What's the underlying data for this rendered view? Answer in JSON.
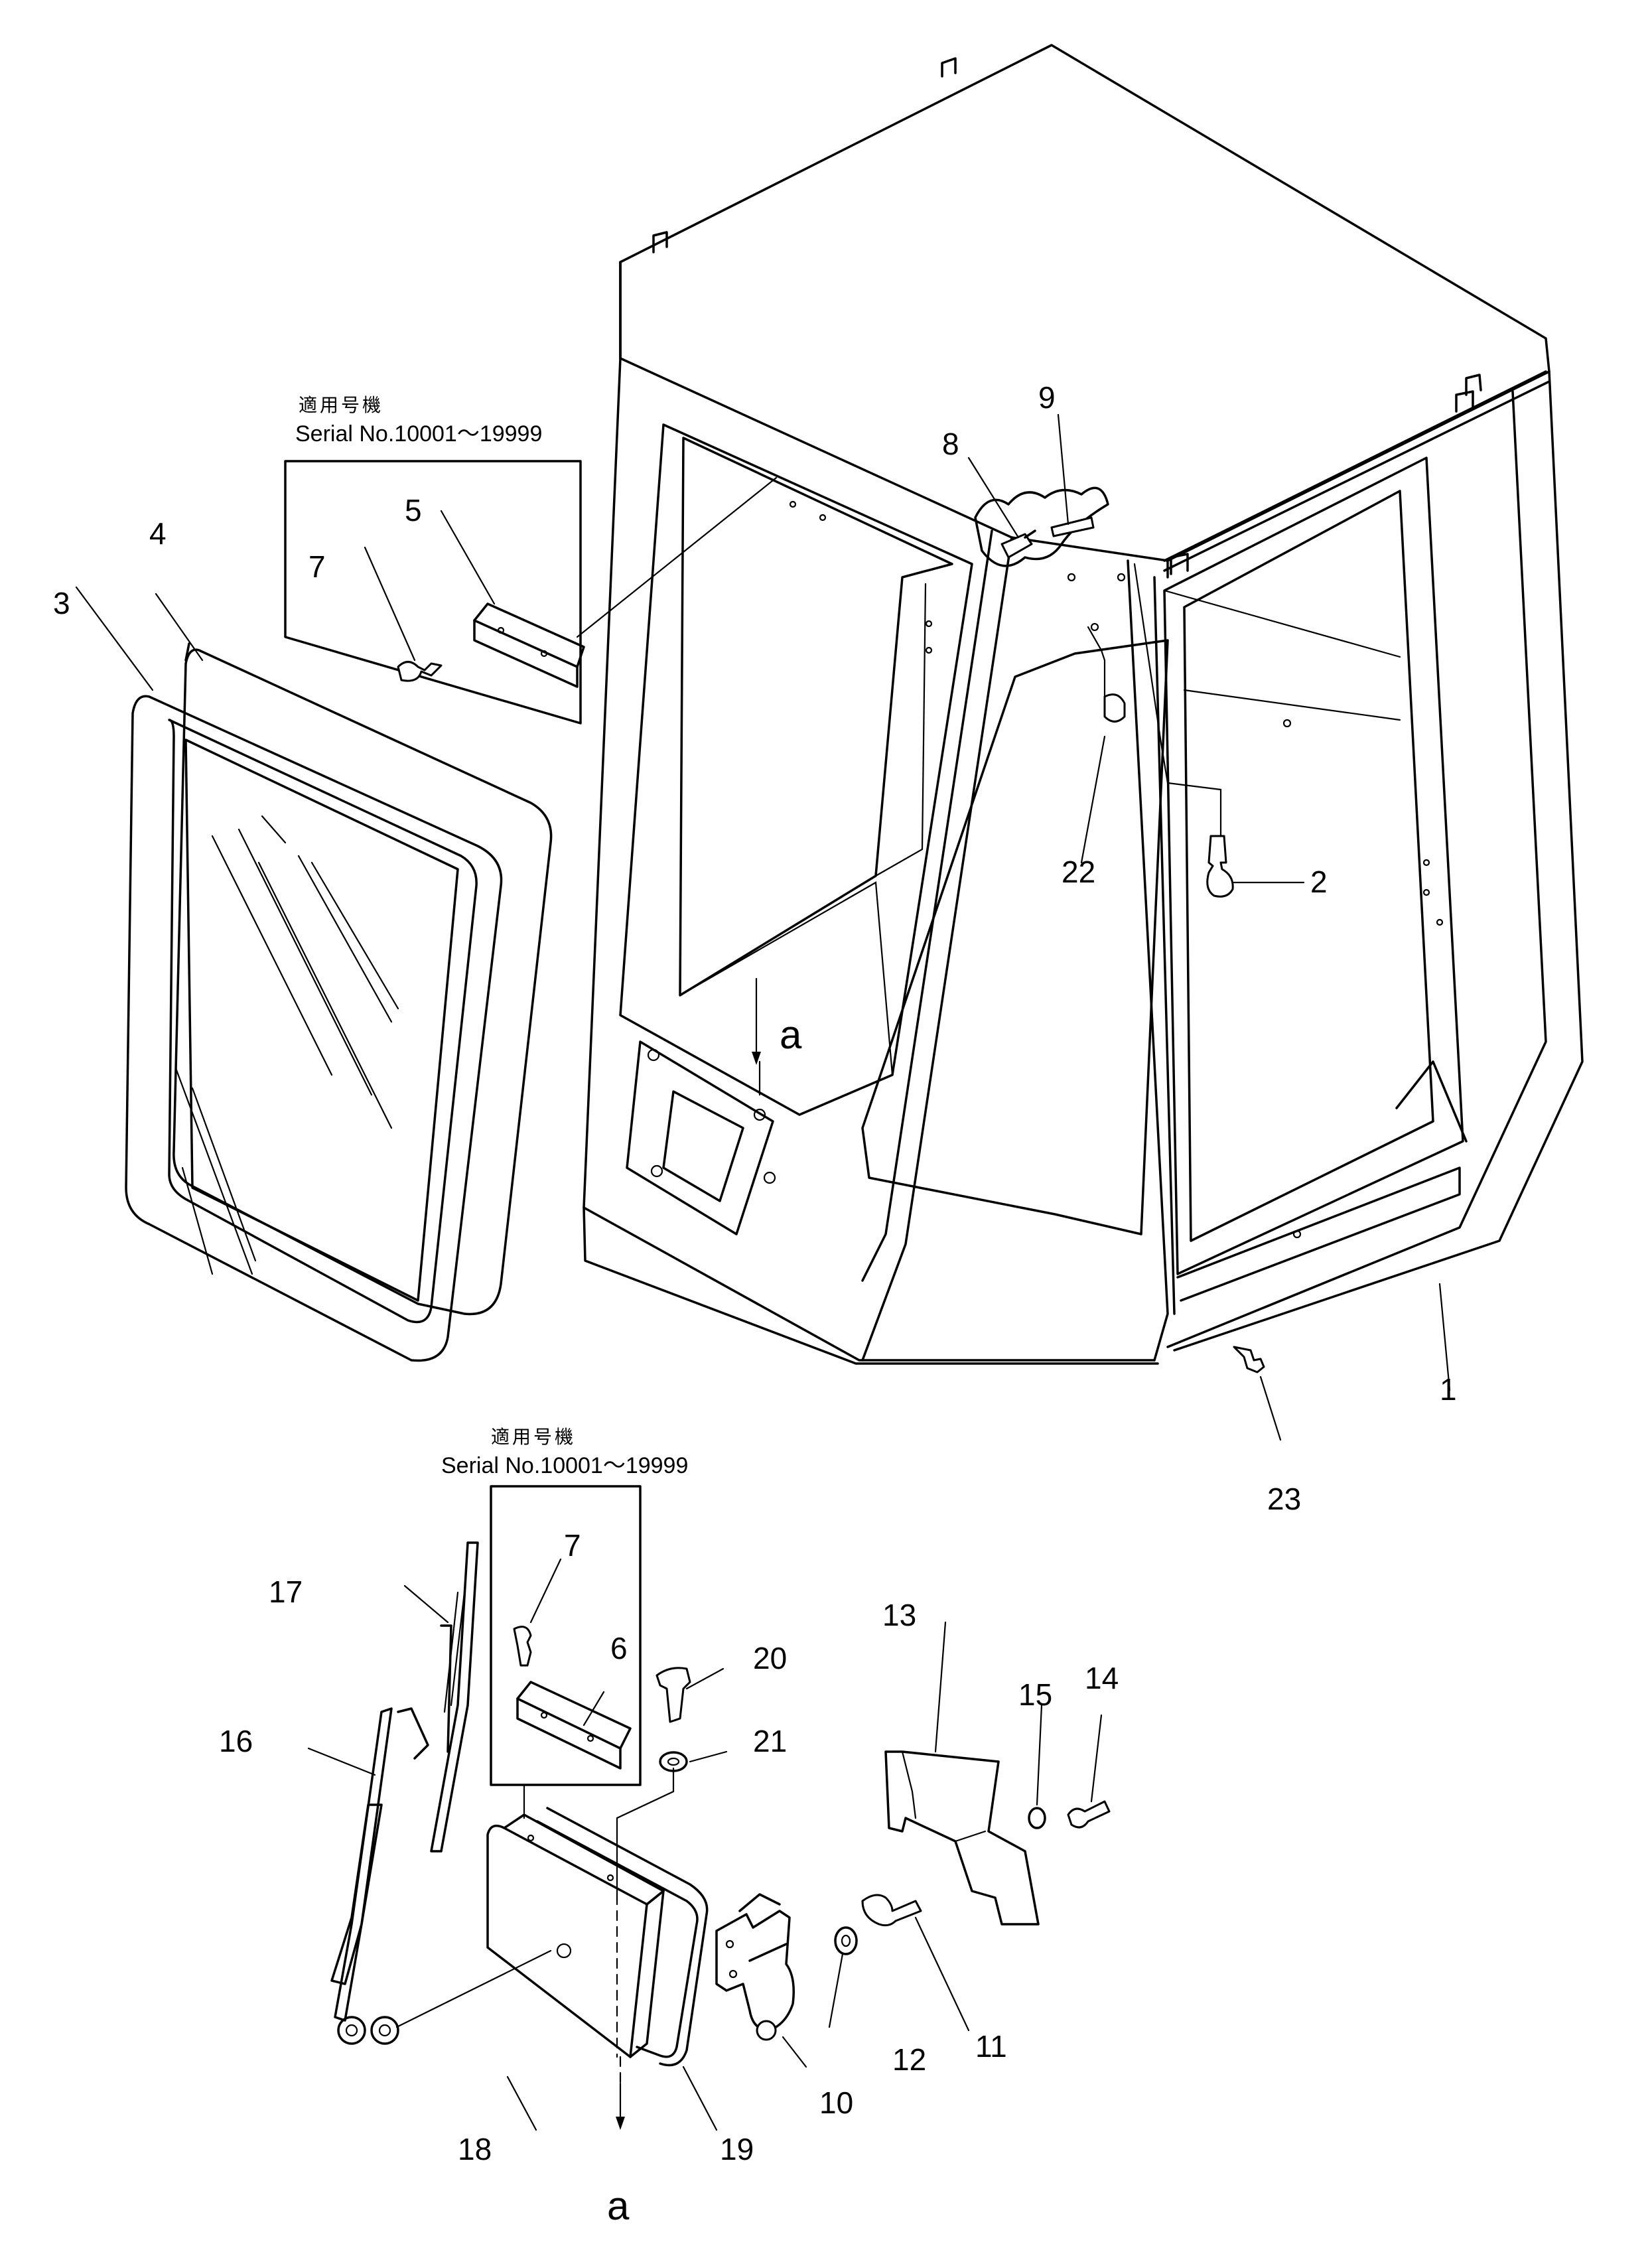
{
  "notes": [
    {
      "jp": "適用号機",
      "serial": "Serial No.10001～19999"
    },
    {
      "jp": "適用号機",
      "serial": "Serial No.10001～19999"
    }
  ],
  "view_marks": {
    "top": "a",
    "bottom": "a"
  },
  "parts": {
    "p1": "1",
    "p2": "2",
    "p3": "3",
    "p4": "4",
    "p5": "5",
    "p6": "6",
    "p7a": "7",
    "p7b": "7",
    "p8": "8",
    "p9": "9",
    "p10": "10",
    "p11": "11",
    "p12": "12",
    "p13": "13",
    "p14": "14",
    "p15": "15",
    "p16": "16",
    "p17": "17",
    "p18": "18",
    "p19": "19",
    "p20": "20",
    "p21": "21",
    "p22": "22",
    "p23": "23"
  }
}
